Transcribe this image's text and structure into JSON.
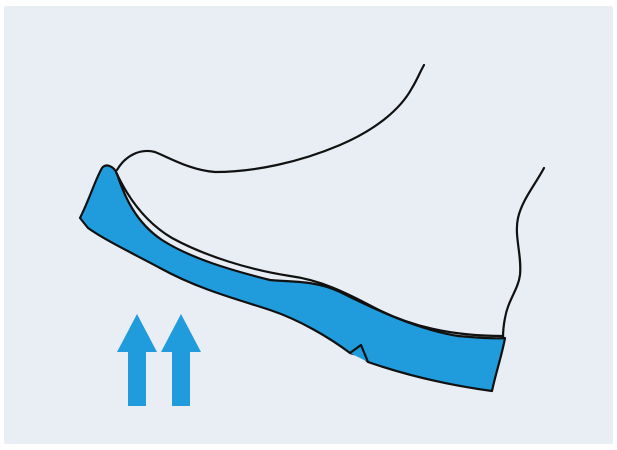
{
  "illustration": {
    "subject": "shoe-sole-flex",
    "colors": {
      "background": "#e8eef4",
      "sole": "#209cdc",
      "outline": "#111111",
      "arrows": "#209cdc"
    },
    "arrows": [
      {
        "name": "up-arrow-left",
        "direction": "up"
      },
      {
        "name": "up-arrow-right",
        "direction": "up"
      }
    ]
  }
}
